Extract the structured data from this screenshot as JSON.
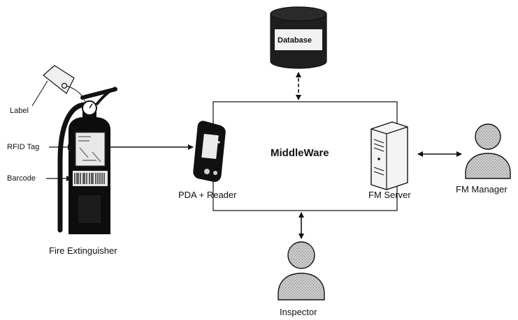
{
  "diagram": {
    "middleware": "MiddleWare",
    "database": "Database",
    "pda": "PDA + Reader",
    "server": "FM Server",
    "manager": "FM Manager",
    "inspector": "Inspector",
    "extinguisher": "Fire Extinguisher",
    "label": "Label",
    "rfid": "RFID Tag",
    "barcode": "Barcode"
  },
  "colors": {
    "ink": "#111111",
    "extinguisher_body": "#0d0d0d",
    "screen_light": "#e8e8e8",
    "person_fill": "#bdbdbd",
    "database_fill": "#1e1e1e",
    "server_fill": "#f4f4f4"
  },
  "icons": [
    "tag-icon",
    "fire-extinguisher-icon",
    "database-icon",
    "pda-icon",
    "server-icon",
    "person-icon"
  ]
}
